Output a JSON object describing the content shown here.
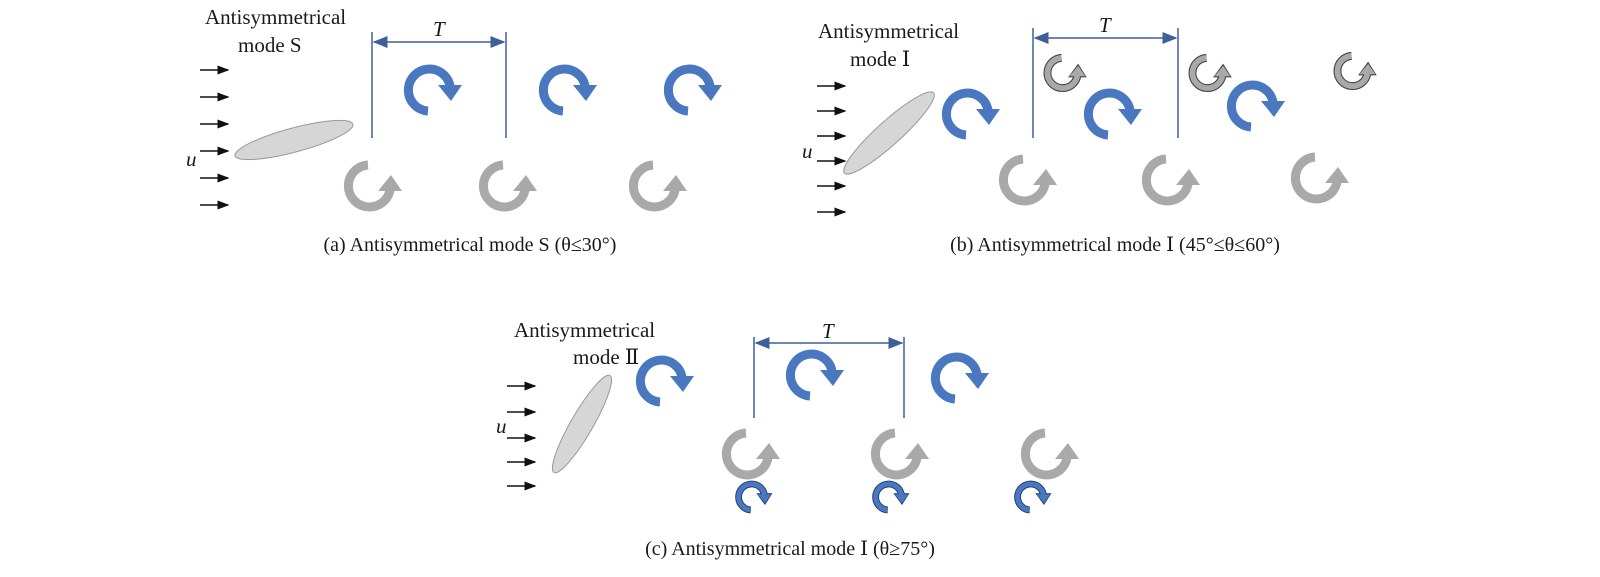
{
  "colors": {
    "clockwise_vortex": "#4a78c0",
    "counter_vortex": "#a9a9a9",
    "body": "#d6d6d6",
    "bracket": "#3f5f9a"
  },
  "panels": [
    {
      "mode_label_line1": "Antisymmetrical",
      "mode_label_line2": "mode S",
      "flow_label": "u",
      "period_label": "T",
      "caption": "(a) Antisymmetrical mode S (θ≤30°)"
    },
    {
      "mode_label_line1": "Antisymmetrical",
      "mode_label_line2": "mode Ⅰ",
      "flow_label": "u",
      "period_label": "T",
      "caption": "(b) Antisymmetrical mode Ⅰ (45°≤θ≤60°)"
    },
    {
      "mode_label_line1": "Antisymmetrical",
      "mode_label_line2": "mode Ⅱ",
      "flow_label": "u",
      "period_label": "T",
      "caption": "(c) Antisymmetrical mode Ⅰ (θ≥75°)"
    }
  ]
}
